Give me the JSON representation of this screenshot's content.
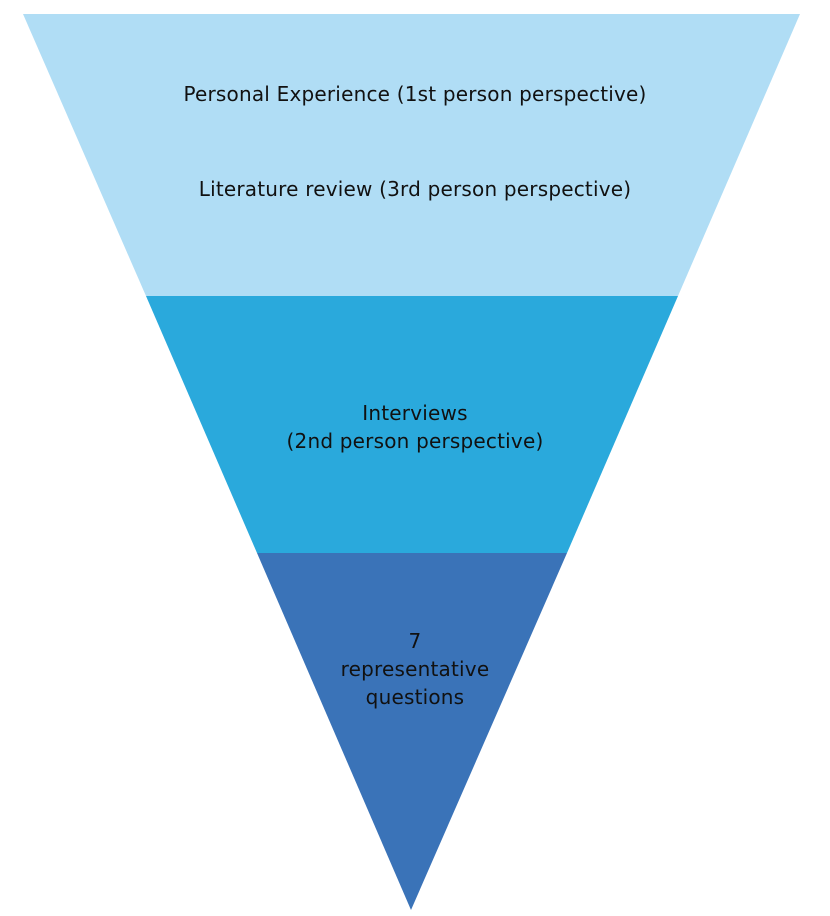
{
  "colors": {
    "tier_top": "#B0DDF5",
    "tier_middle": "#2AA9DC",
    "tier_bottom": "#3A73B8",
    "text": "#111111",
    "background": "#FFFFFF"
  },
  "funnel": {
    "top_tier": {
      "line_1": "Personal Experience (1st person perspective)",
      "line_2": "Literature review (3rd person perspective)"
    },
    "middle_tier": {
      "line_1": "Interviews",
      "line_2": "(2nd person perspective)"
    },
    "bottom_tier": {
      "line_1": "7",
      "line_2": "representative",
      "line_3": "questions"
    }
  }
}
